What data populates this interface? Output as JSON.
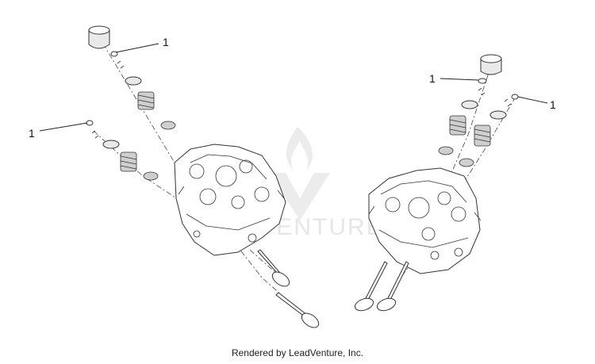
{
  "diagram": {
    "callouts": [
      {
        "id": "callout-top-left",
        "label": "1"
      },
      {
        "id": "callout-mid-left",
        "label": "1"
      },
      {
        "id": "callout-top-right-1",
        "label": "1"
      },
      {
        "id": "callout-top-right-2",
        "label": "1"
      }
    ]
  },
  "watermark": {
    "text": "LEADVENTURE"
  },
  "footer": {
    "text": "Rendered by LeadVenture, Inc."
  }
}
